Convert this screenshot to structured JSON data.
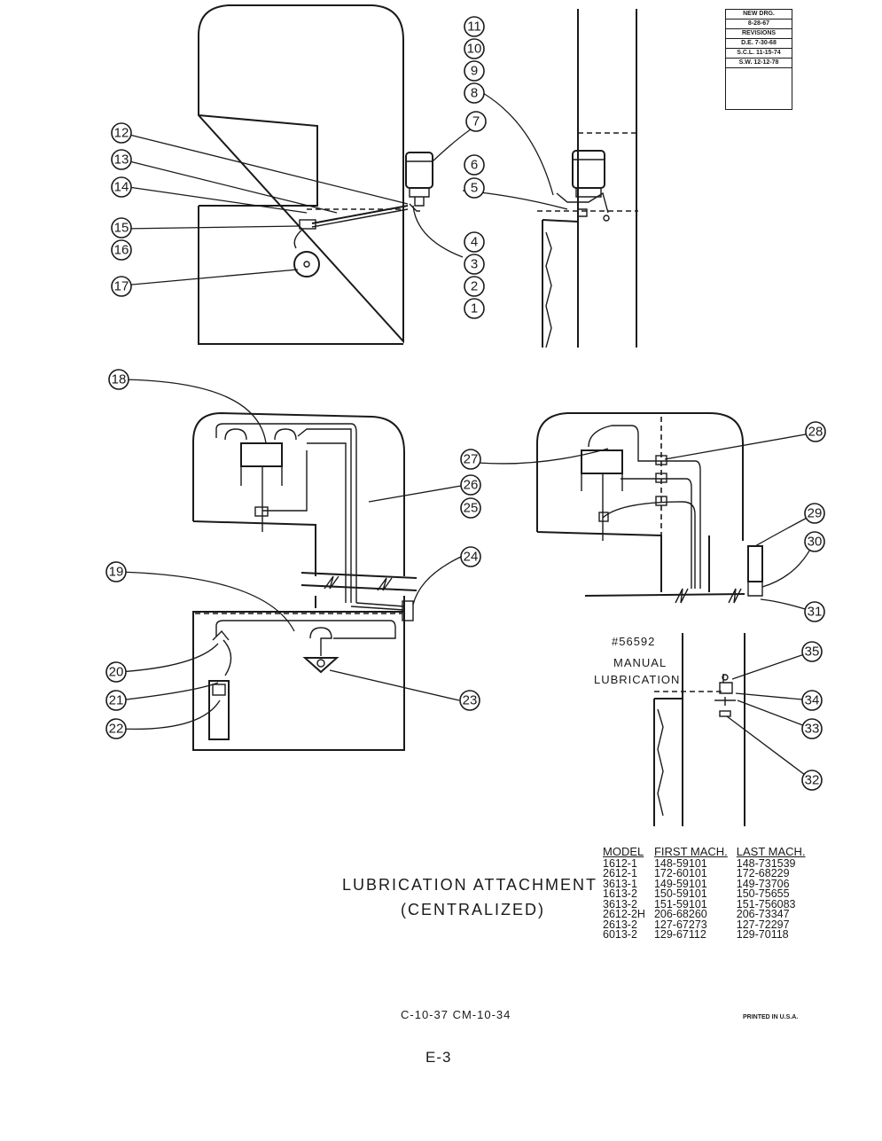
{
  "revisions": {
    "header": "NEW DRG.",
    "date": "8-28-67",
    "label": "REVISIONS",
    "entries": [
      "D.E. 7-30-68",
      "S.C.L. 11-15-74",
      "S.W. 12-12-78"
    ]
  },
  "callouts": [
    "1",
    "2",
    "3",
    "4",
    "5",
    "6",
    "7",
    "8",
    "9",
    "10",
    "11",
    "12",
    "13",
    "14",
    "15",
    "16",
    "17",
    "18",
    "19",
    "20",
    "21",
    "22",
    "23",
    "24",
    "25",
    "26",
    "27",
    "28",
    "29",
    "30",
    "31",
    "32",
    "33",
    "34",
    "35"
  ],
  "manual_note": {
    "part_no": "#56592",
    "line1": "MANUAL",
    "line2": "LUBRICATION"
  },
  "title": "LUBRICATION ATTACHMENT",
  "subtitle": "(CENTRALIZED)",
  "model_table": {
    "headers": [
      "MODEL",
      "FIRST MACH.",
      "LAST MACH."
    ],
    "rows": [
      [
        "1612-1",
        "148-59101",
        "148-731539"
      ],
      [
        "2612-1",
        "172-60101",
        "172-68229"
      ],
      [
        "3613-1",
        "149-59101",
        "149-73706"
      ],
      [
        "1613-2",
        "150-59101",
        "150-75655"
      ],
      [
        "3613-2",
        "151-59101",
        "151-756083"
      ],
      [
        "2612-2H",
        "206-68260",
        "206-73347"
      ],
      [
        "2613-2",
        "127-67273",
        "127-72297"
      ],
      [
        "6013-2",
        "129-67112",
        "129-70118"
      ]
    ]
  },
  "drawing_numbers": "C-10-37   CM-10-34",
  "printed": "PRINTED IN U.S.A.",
  "page_number": "E-3"
}
